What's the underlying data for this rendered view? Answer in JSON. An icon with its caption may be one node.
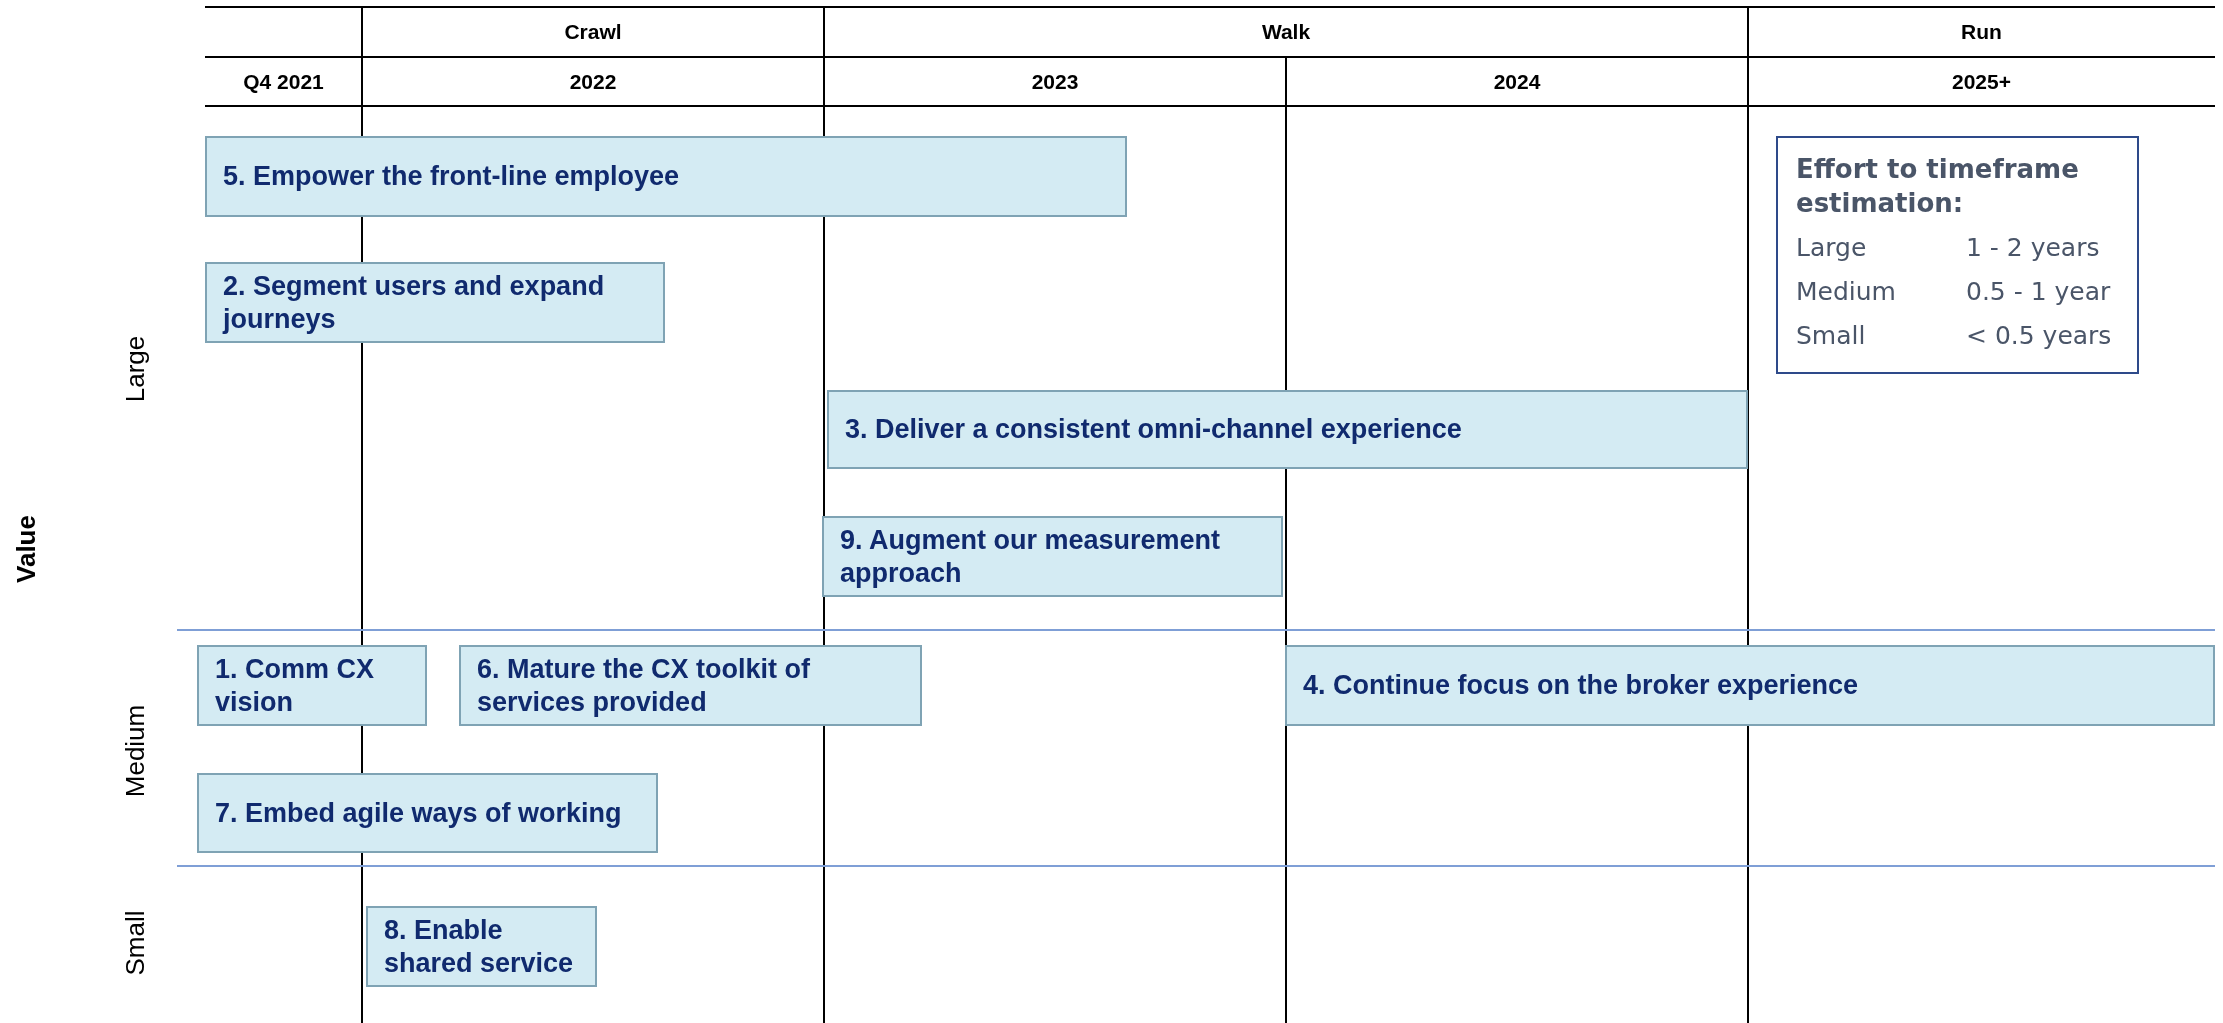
{
  "diagram": {
    "nodes": [
      {
        "text": [
          "5. Empower the front-line employee"
        ]
      },
      {
        "text": [
          "2. Segment users and expand journeys"
        ]
      },
      {
        "text": [
          "3. Deliver a consistent omni-channel experience"
        ]
      },
      {
        "text": [
          "9. Augment our measurement approach"
        ]
      },
      {
        "text": [
          "1. Comm CX vision"
        ]
      },
      {
        "text": [
          "6. Mature the CX toolkit of services provided"
        ]
      },
      {
        "text": [
          "4. Continue focus on the broker experience"
        ]
      },
      {
        "text": [
          "7. Embed agile ways of working"
        ]
      },
      {
        "text": [
          "8. Enable shared service"
        ]
      },
      {
        "text": [
          "Effort to timeframe estimation:",
          "Large",
          "1 - 2 years",
          "Medium",
          "0.5 - 1 year",
          "Small",
          "< 0.5 years"
        ]
      }
    ],
    "labels": [
      "Crawl",
      "Walk",
      "Run",
      "Q4 2021",
      "2022",
      "2023",
      "2024",
      "2025+",
      "Value",
      "Large",
      "Medium",
      "Small"
    ]
  }
}
